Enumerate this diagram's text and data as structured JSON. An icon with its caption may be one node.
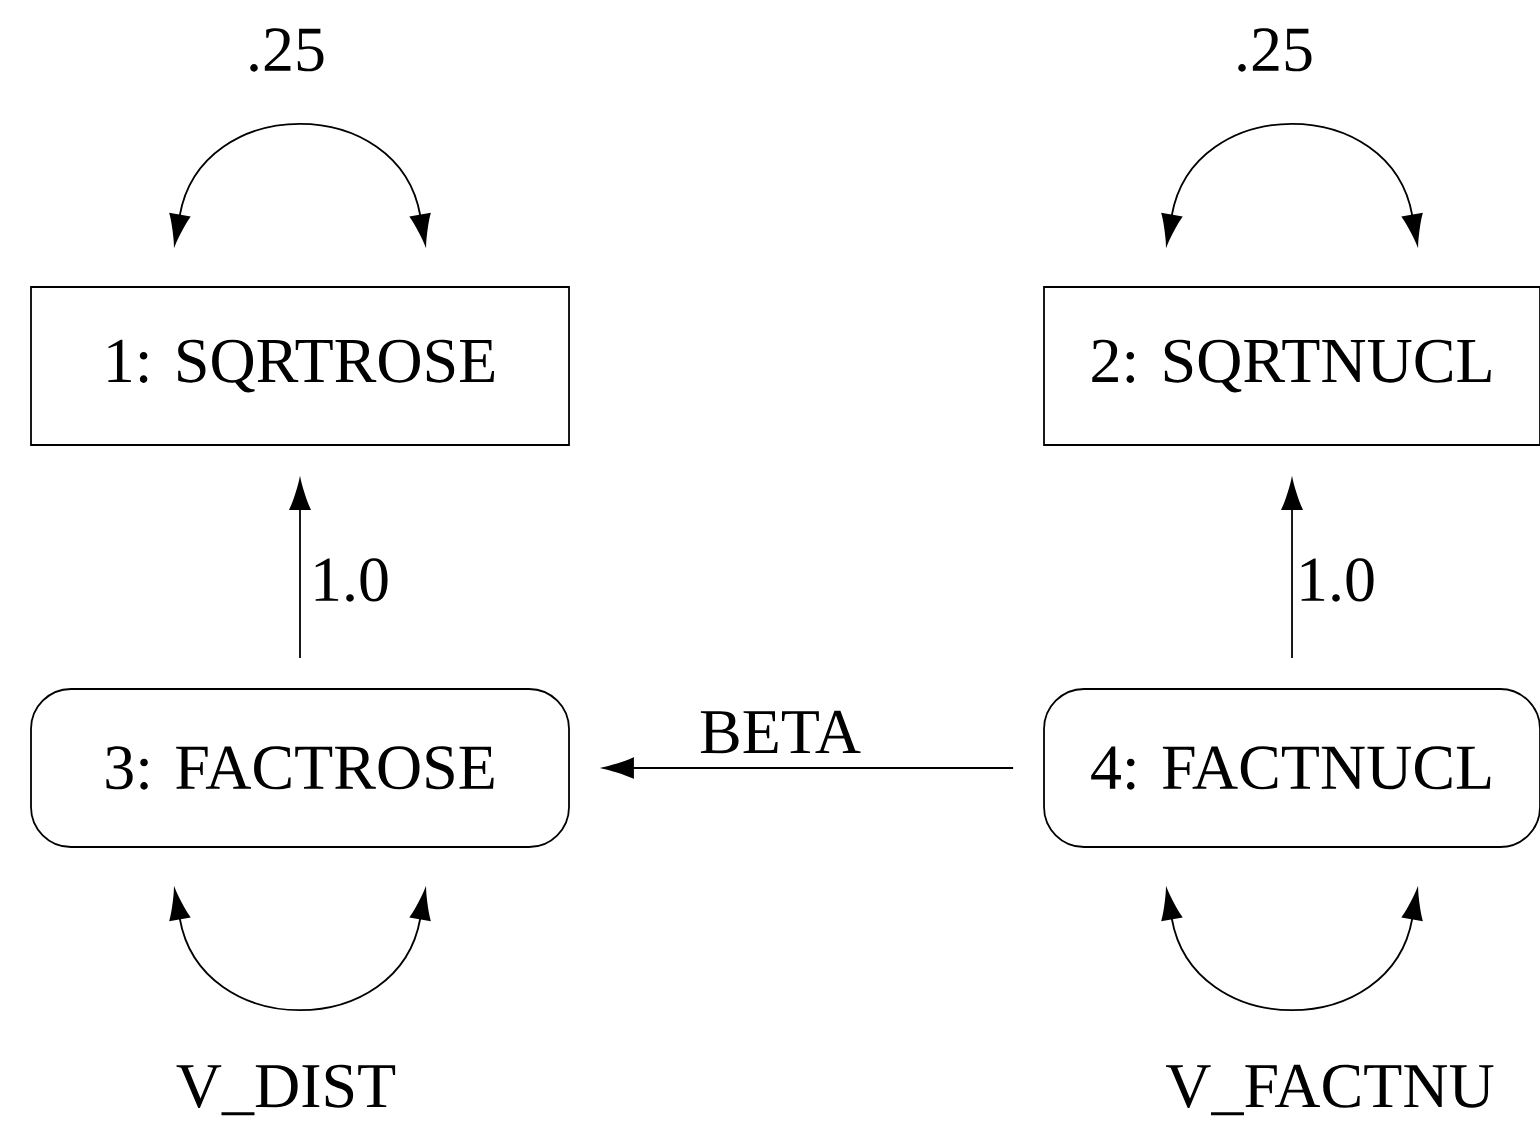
{
  "diagram": {
    "nodes": [
      {
        "text": [
          "1: SQRTROSE"
        ]
      },
      {
        "text": [
          "2: SQRTNUCL"
        ]
      },
      {
        "text": [
          "3: FACTROSE"
        ]
      },
      {
        "text": [
          "4: FACTNUCL"
        ]
      }
    ],
    "edges": [
      {
        "from": 0,
        "to": 0,
        "arrow": "both",
        "label": ".25"
      },
      {
        "from": 1,
        "to": 1,
        "arrow": "both",
        "label": ".25"
      },
      {
        "from": 2,
        "to": 0,
        "arrow": "to",
        "label": "1.0"
      },
      {
        "from": 3,
        "to": 1,
        "arrow": "to",
        "label": "1.0"
      },
      {
        "from": 3,
        "to": 2,
        "arrow": "to",
        "label": "BETA"
      },
      {
        "from": 2,
        "to": 2,
        "arrow": "both",
        "label": "V_DIST"
      },
      {
        "from": 3,
        "to": 3,
        "arrow": "both",
        "label": "V_FACTNU"
      }
    ]
  }
}
